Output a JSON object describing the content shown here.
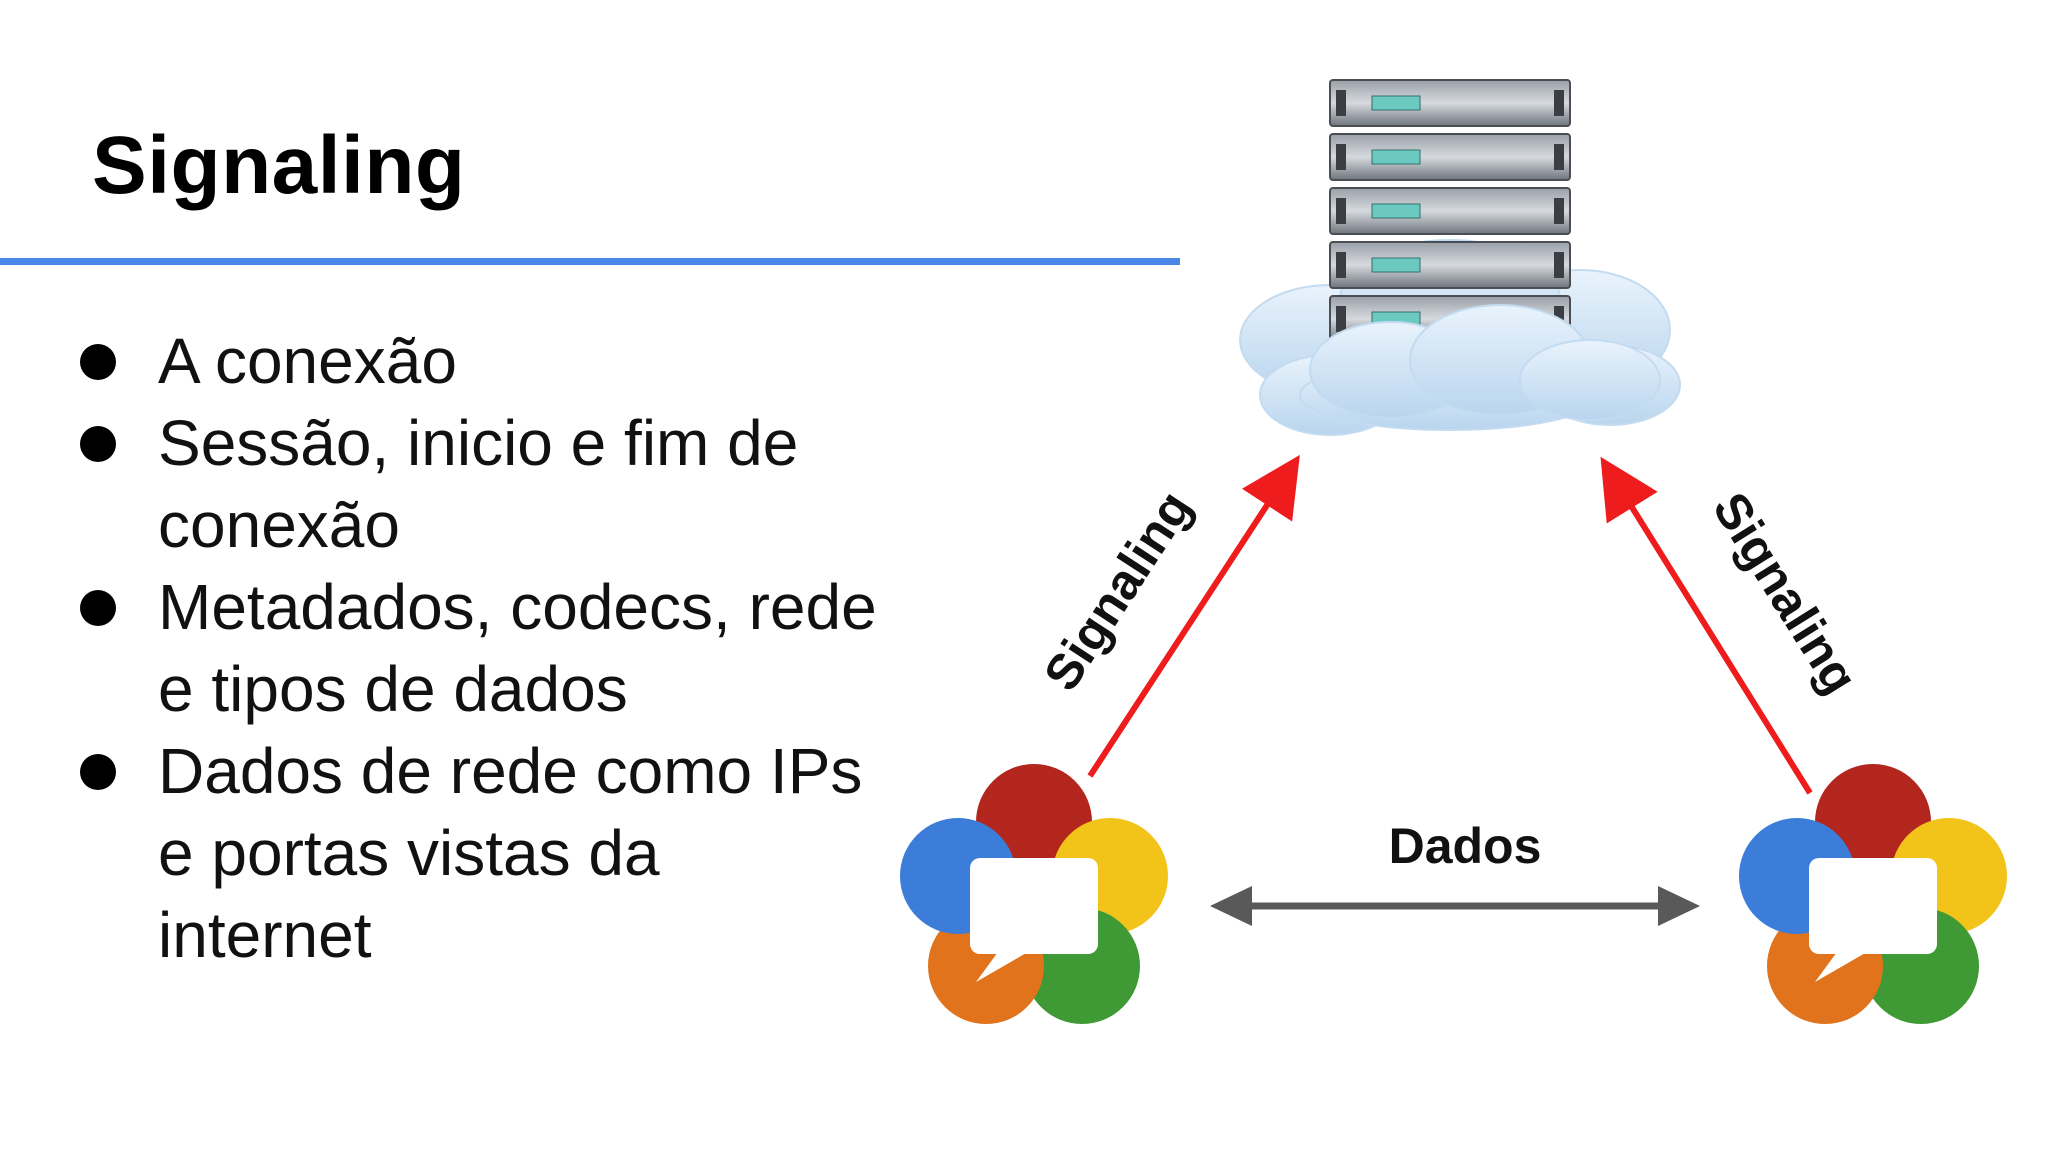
{
  "slide": {
    "title": "Signaling",
    "bullets": [
      "A conexão",
      "Sessão, inicio e fim de conexão",
      "Metadados, codecs, rede e tipos de dados",
      "Dados de rede como IPs e portas vistas da internet"
    ]
  },
  "diagram": {
    "left_arrow_label": "Signaling",
    "right_arrow_label": "Signaling",
    "bottom_arrow_label": "Dados",
    "server_icon": "server-rack-cloud-icon",
    "peer_icon": "webrtc-logo-icon",
    "colors": {
      "accent_rule": "#4a86e8",
      "signaling_arrow": "#ee1c1c",
      "data_arrow": "#595959",
      "webrtc_red": "#b3261e",
      "webrtc_yellow": "#f2c318",
      "webrtc_green": "#3f9a35",
      "webrtc_orange": "#e0731b",
      "webrtc_blue": "#3b7dd8",
      "cloud": "#cfe3f5"
    }
  }
}
